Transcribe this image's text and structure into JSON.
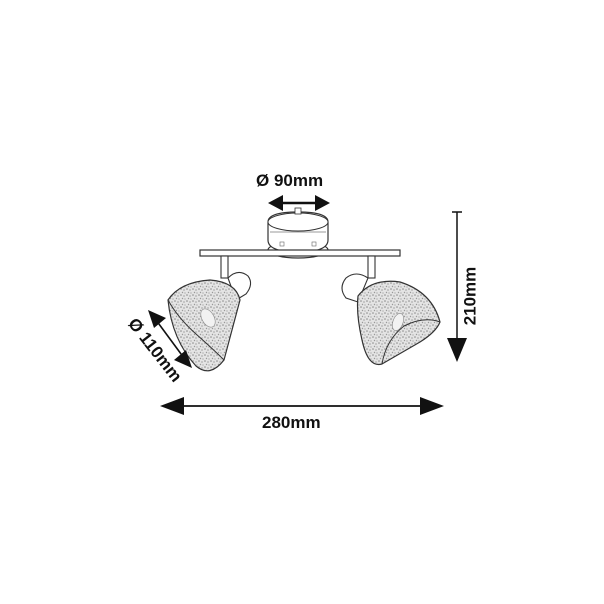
{
  "diagram": {
    "title": "Spotlight fixture dimension drawing",
    "subject": "Two-light ceiling spot bar with speckled conical shades",
    "dimensions": {
      "mount_diameter": {
        "symbol": "Ø",
        "value": 90,
        "unit": "mm",
        "label": "Ø 90mm"
      },
      "shade_diameter": {
        "symbol": "Ø",
        "value": 110,
        "unit": "mm",
        "label": "Ø 110mm"
      },
      "overall_width": {
        "value": 280,
        "unit": "mm",
        "label": "280mm"
      },
      "overall_height": {
        "value": 210,
        "unit": "mm",
        "label": "210mm"
      }
    },
    "components": [
      {
        "name": "ceiling-canopy",
        "shape": "round disc"
      },
      {
        "name": "mounting-bar",
        "shape": "horizontal rod"
      },
      {
        "name": "left-spot-arm"
      },
      {
        "name": "left-shade",
        "texture": "speckled"
      },
      {
        "name": "right-spot-arm"
      },
      {
        "name": "right-shade",
        "texture": "speckled"
      }
    ],
    "colors": {
      "line": "#222222",
      "arrow": "#111111",
      "shade_fill": "#d9d9d9",
      "background": "#ffffff"
    }
  }
}
